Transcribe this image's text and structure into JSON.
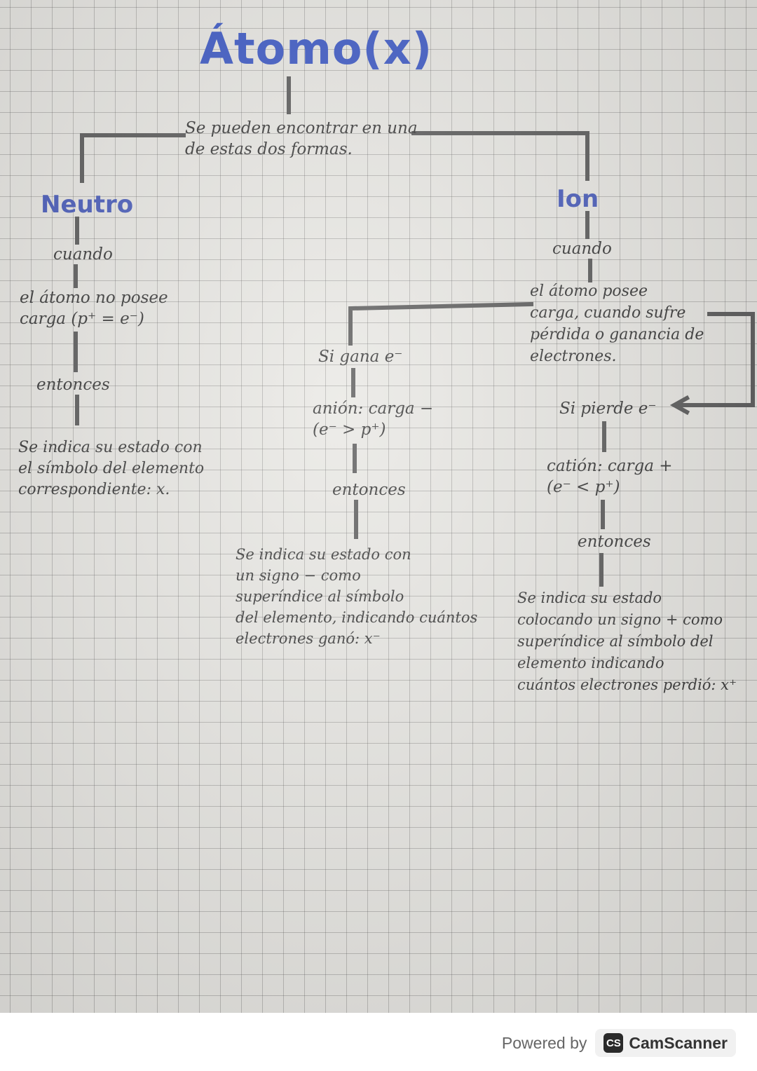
{
  "diagram": {
    "title": "Átomo(x)",
    "intro": "Se pueden encontrar en una\nde estas dos formas.",
    "neutro": {
      "label": "Neutro",
      "cuando": "cuando",
      "condicion": "el átomo no posee\ncarga (p⁺ = e⁻)",
      "entonces": "entonces",
      "resultado": "Se indica su estado con\nel símbolo del elemento\ncorrespondiente: x."
    },
    "ion": {
      "label": "Ion",
      "cuando": "cuando",
      "condicion": "el átomo posee\ncarga, cuando sufre\npérdida o ganancia de\nelectrones.",
      "gana": {
        "condicion": "Si gana e⁻",
        "tipo": "anión: carga −\n(e⁻ > p⁺)",
        "entonces": "entonces",
        "resultado": "Se indica su estado con\nun signo − como\nsuperíndice al símbolo\ndel elemento, indicando cuántos\nelectrones ganó: x⁻"
      },
      "pierde": {
        "condicion": "Si pierde e⁻",
        "tipo": "catión: carga +\n(e⁻ < p⁺)",
        "entonces": "entonces",
        "resultado": "Se indica su estado\ncolocando un signo + como\nsuperíndice al símbolo del\nelemento indicando\ncuántos electrones perdió: x⁺"
      }
    }
  },
  "footer": {
    "powered_by": "Powered by",
    "brand_logo": "CS",
    "brand_name": "CamScanner"
  },
  "colors": {
    "ink": "#3b3b3b",
    "title_blue": "#3f5bc6",
    "connector_gray": "#5d5d5d"
  }
}
